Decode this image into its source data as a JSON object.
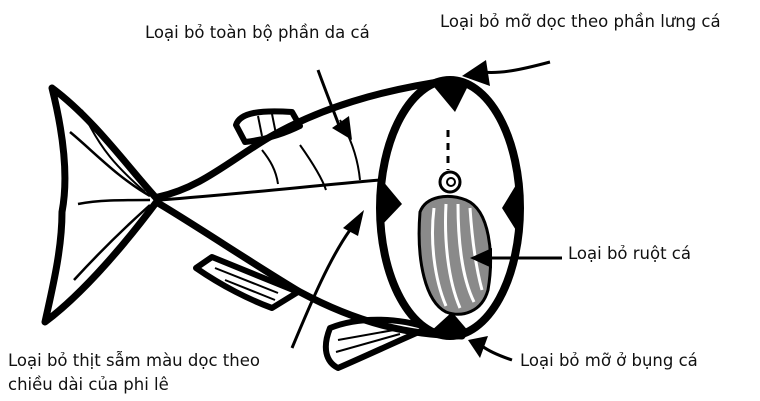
{
  "labels": {
    "remove_skin": "Loại bỏ toàn bộ phần da cá",
    "remove_back_fat": "Loại bỏ mỡ dọc theo phần lưng cá",
    "remove_guts": "Loại bỏ ruột cá",
    "remove_belly_fat": "Loại bỏ mỡ ở bụng cá",
    "remove_dark_meat_line1": "Loại bỏ thịt sẫm màu dọc theo",
    "remove_dark_meat_line2": "chiều dài của phi lê"
  },
  "colors": {
    "line": "#000000",
    "gut_fill": "#8a8a8a",
    "background": "#ffffff"
  }
}
